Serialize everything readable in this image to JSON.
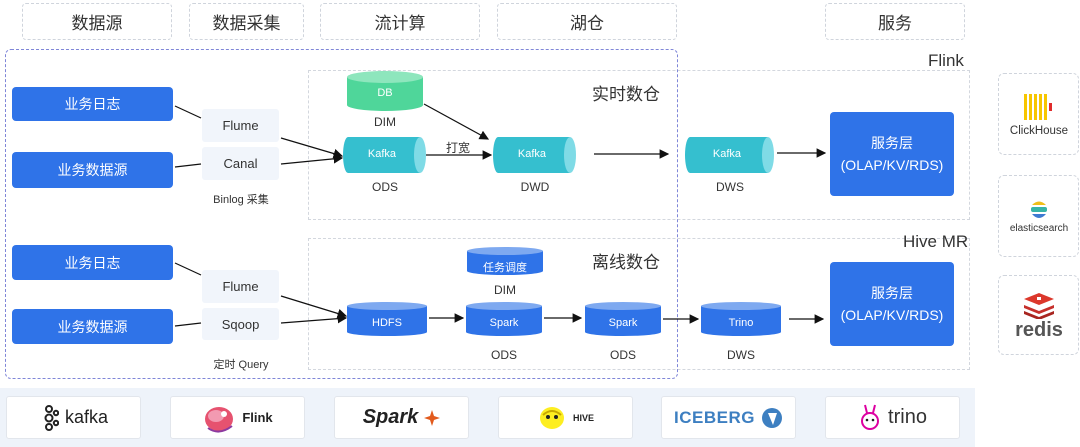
{
  "headers": [
    "数据源",
    "数据采集",
    "流计算",
    "湖仓",
    "服务"
  ],
  "realtime": {
    "engine": "Flink",
    "title": "实时数仓",
    "sources": [
      "业务日志",
      "业务数据源"
    ],
    "tools": [
      "Flume",
      "Canal"
    ],
    "collect_caption": "Binlog 采集",
    "db_label": "DB",
    "dim_label": "DIM",
    "ods_cyl": "Kafka",
    "ods_label": "ODS",
    "edge_label": "打宽",
    "dwd_cyl": "Kafka",
    "dwd_label": "DWD",
    "dws_cyl": "Kafka",
    "dws_label": "DWS",
    "service_title": "服务层",
    "service_sub": "(OLAP/KV/RDS)"
  },
  "offline": {
    "engine": "Hive MR",
    "title": "离线数仓",
    "sources": [
      "业务日志",
      "业务数据源"
    ],
    "tools": [
      "Flume",
      "Sqoop"
    ],
    "collect_caption": "定时 Query",
    "sched_label": "任务调度",
    "dim_label": "DIM",
    "hdfs_cyl": "HDFS",
    "spark1_cyl": "Spark",
    "spark1_label": "ODS",
    "spark2_cyl": "Spark",
    "spark2_label": "ODS",
    "trino_cyl": "Trino",
    "trino_label": "DWS",
    "service_title": "服务层",
    "service_sub": "(OLAP/KV/RDS)"
  },
  "side_logos": [
    {
      "name": "ClickHouse",
      "icon": "clickhouse-icon"
    },
    {
      "name": "elasticsearch",
      "icon": "elasticsearch-icon"
    },
    {
      "name": "redis",
      "icon": "redis-icon"
    }
  ],
  "bottom_logos": [
    {
      "name": "kafka",
      "icon": "kafka-icon"
    },
    {
      "name": "Flink",
      "icon": "flink-icon"
    },
    {
      "name": "Spark",
      "icon": "spark-icon"
    },
    {
      "name": "HIVE",
      "icon": "hive-icon"
    },
    {
      "name": "ICEBERG",
      "icon": "iceberg-icon"
    },
    {
      "name": "trino",
      "icon": "trino-icon"
    }
  ],
  "colors": {
    "primary_blue": "#2f73e8",
    "kafka_teal": "#35bfcf",
    "db_green": "#4fd69a",
    "cyl_blue": "#2f73e8"
  }
}
